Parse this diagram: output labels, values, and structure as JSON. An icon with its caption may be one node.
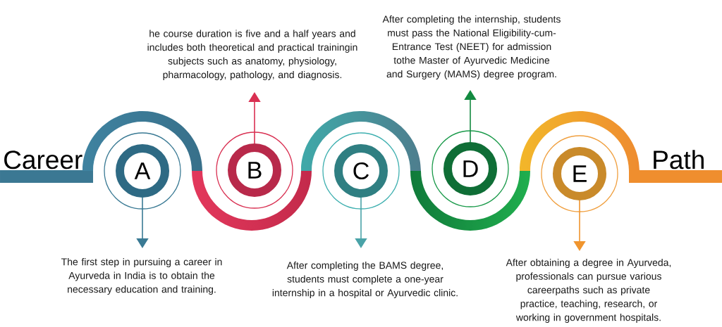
{
  "diagram": {
    "nodes": [
      {
        "text": [
          "A"
        ]
      },
      {
        "text": [
          "B"
        ]
      },
      {
        "text": [
          "C"
        ]
      },
      {
        "text": [
          "D"
        ]
      },
      {
        "text": [
          "E"
        ]
      },
      {
        "text": [
          "The first step in pursuing a career in Ayurveda in India is to obtain the necessary education and training."
        ]
      },
      {
        "text": [
          "he course duration is five and a half years and includes both theoretical and practical trainingin subjects such as anatomy, physiology, pharmacology, pathology, and diagnosis."
        ]
      },
      {
        "text": [
          "After completing the BAMS degree, students must complete a one-year internship in a hospital or Ayurvedic clinic."
        ]
      },
      {
        "text": [
          "After completing the internship, students must pass the National Eligibility-cum-Entrance Test (NEET) for admission tothe Master of Ayurvedic Medicine and Surgery (MAMS) degree program."
        ]
      },
      {
        "text": [
          "After obtaining a degree in Ayurveda, professionals can pursue various careerpaths such as private practice, teaching, research, or working in government hospitals."
        ]
      }
    ],
    "edges": [
      {
        "from": 0,
        "to": 5,
        "arrow": "to",
        "color": "#3a7a94"
      },
      {
        "from": 1,
        "to": 6,
        "arrow": "to",
        "color": "#d93052"
      },
      {
        "from": 2,
        "to": 7,
        "arrow": "to",
        "color": "#4aa3a8"
      },
      {
        "from": 3,
        "to": 8,
        "arrow": "to",
        "color": "#138a40"
      },
      {
        "from": 4,
        "to": 9,
        "arrow": "to",
        "color": "#f0952e"
      }
    ],
    "labels": [
      "Career",
      "Path"
    ]
  }
}
